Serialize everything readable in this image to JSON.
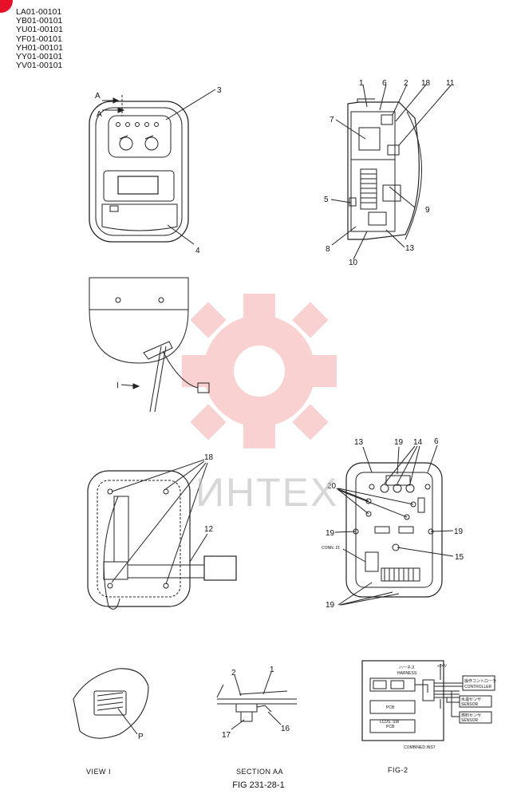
{
  "serial_numbers": [
    "LA01-00101",
    "YB01-00101",
    "YU01-00101",
    "YF01-00101",
    "YH01-00101",
    "YY01-00101",
    "YV01-00101"
  ],
  "section_marker": "A",
  "view_marker": "I",
  "watermark_text": "ИНТЕХ",
  "callouts": {
    "c1": "1",
    "c2": "2",
    "c3": "3",
    "c4": "4",
    "c5": "5",
    "c6": "6",
    "c7": "7",
    "c8": "8",
    "c9": "9",
    "c10": "10",
    "c11": "11",
    "c12": "12",
    "c13": "13",
    "c14": "14",
    "c15": "15",
    "c16": "16",
    "c17": "17",
    "c18": "18",
    "c19": "19",
    "c20": "20",
    "cP": "P"
  },
  "labels": {
    "connector": "CONN. 21",
    "harness_jp": "ハーネス",
    "harness": "HARNESS",
    "v24": "+24V",
    "controller_jp": "操作コントローラ",
    "controller": "CONTROLLER",
    "sensor1_jp": "水温センサ",
    "sensor1": "SENSOR",
    "sensor2_jp": "燃料センサ",
    "sensor2": "SENSOR",
    "pcb1": "PCB",
    "pcb2": "PCB",
    "lcds": "LCDS. SW",
    "combined": "COMBINED INST"
  },
  "captions": {
    "view": "VIEW I",
    "section": "SECTION AA",
    "fig2": "FIG-2"
  },
  "figure_number": "FIG 231-28-1",
  "colors": {
    "watermark": "#f3b4b4",
    "corner_dot": "#e5112a",
    "line": "#222222"
  }
}
